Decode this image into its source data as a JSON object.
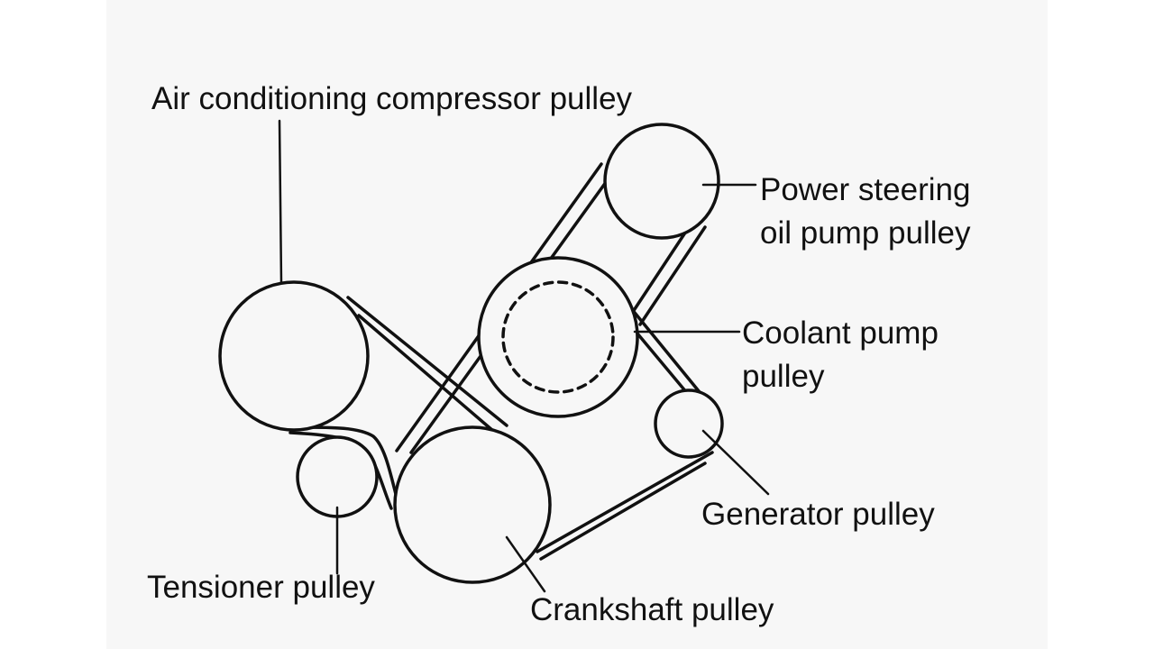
{
  "labels": {
    "ac_compressor": "Air conditioning compressor pulley",
    "power_steering_line1": "Power steering",
    "power_steering_line2": "oil pump pulley",
    "coolant_line1": "Coolant pump",
    "coolant_line2": "pulley",
    "generator": "Generator pulley",
    "tensioner": "Tensioner pulley",
    "crankshaft": "Crankshaft pulley"
  },
  "colors": {
    "ink": "#111111",
    "paper": "#f7f7f7",
    "background": "#ffffff"
  }
}
